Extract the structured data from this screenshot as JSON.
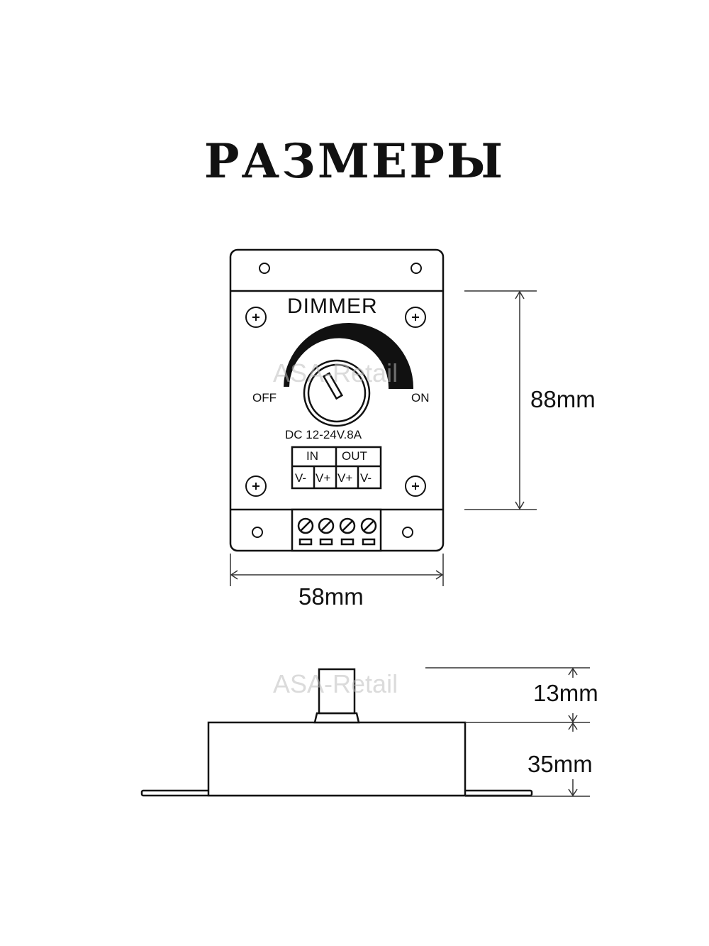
{
  "title": "РАЗМЕРЫ",
  "front_view": {
    "device_label": "DIMMER",
    "off_label": "OFF",
    "on_label": "ON",
    "rating": "DC 12-24V.8A",
    "terminal_table": {
      "groups": [
        "IN",
        "OUT"
      ],
      "pins": [
        "V-",
        "V+",
        "V+",
        "V-"
      ]
    },
    "terminal_screw_count": 4
  },
  "dimensions": {
    "height": "88mm",
    "width": "58mm",
    "knob_height": "13mm",
    "body_depth": "35mm"
  },
  "watermark": {
    "front": "ASA-Retail",
    "side": "ASA-Retail"
  },
  "colors": {
    "line": "#111111",
    "background": "#ffffff",
    "watermark": "#bebebe"
  }
}
